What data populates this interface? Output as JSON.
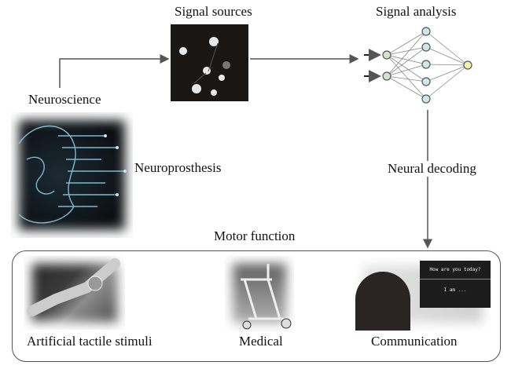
{
  "nodes": {
    "signal_sources": {
      "label": "Signal sources"
    },
    "signal_analysis": {
      "label": "Signal analysis"
    },
    "neuroscience": {
      "label": "Neuroscience"
    },
    "neuroprosthesis": {
      "label": "Neuroprosthesis"
    },
    "neural_decoding": {
      "label": "Neural decoding"
    },
    "motor_function": {
      "label": "Motor function"
    }
  },
  "applications": [
    {
      "label": "Artificial tactile stimuli",
      "image": "robotic-arm"
    },
    {
      "label": "Medical",
      "image": "wheelchair"
    },
    {
      "label": "Communication",
      "image": "bci-screen"
    }
  ],
  "screen_text": {
    "line1": "How are you today?",
    "line2": "I am ..."
  },
  "colors": {
    "line": "#555555",
    "node_input": "#cfe6c8",
    "node_hidden": "#cfe6ea",
    "node_output": "#f3f0b0"
  }
}
